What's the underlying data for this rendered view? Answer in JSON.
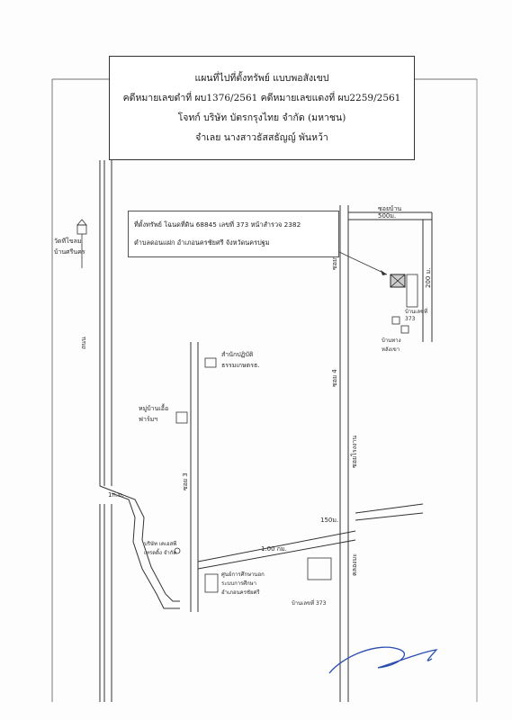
{
  "title": {
    "line1": "แผนที่ไปที่ตั้งทรัพย์ แบบพอสังเขป",
    "line2": "คดีหมายเลขดำที่ ผบ1376/2561 คดีหมายเลขแดงที่ ผบ2259/2561",
    "line3": "โจทก์ บริษัท บัตรกรุงไทย จำกัด (มหาชน)",
    "line4": "จำเลย นางสาวธัสสธัญญ์ พันหว้า"
  },
  "property_info": {
    "line1": "ที่ตั้งทรัพย์ โฉนดที่ดิน 68845 เลขที่ 373 หน้าสำรวจ 2382",
    "line2": "ตำบลดอนแฝก อำเภอนครชัยศรี จังหวัดนครปฐม"
  },
  "labels": {
    "temple_sign": "วัดทีโขลม",
    "temple_sign_2": "บ้านศรีนคร",
    "main_road": "ถนน",
    "left_building": "หมู่บ้านเอื้อ",
    "left_building_2": "ฟาร์มฯ",
    "school_1": "สำนักปฏิบัติ",
    "school_2": "ธรรมเกษตรธ.",
    "company": "บริษัท เคเอสพี",
    "company_2": "เทรดดิ้ง จำกัด",
    "distance_left": "1ก.ม.",
    "road_vertical_1": "ซอย 3",
    "road_vertical_2": "ซอย 4",
    "distance_bottom": "1.00 กม.",
    "bottom_building_1": "ศูนย์การศึกษานอก",
    "bottom_building_2": "ระบบการศึกษา",
    "bottom_building_3": "อำเภอนครชัยศรี",
    "bottom_right_building": "บ้านเลขที่ 373",
    "right_road": "ซอยโรงงาน",
    "right_road_2": "คลองมะ",
    "top_right_road": "500ม.",
    "property_marker": "บ้านเลขที่",
    "property_marker_2": "373",
    "mid_right": "150ม.",
    "bottom_right_road": "ซอยบ้าน",
    "right_edge_label": "200 ม.",
    "top_right_label": "ซอยบ้าน",
    "house_label": "บ้านทาง",
    "house_label_2": "หลังเขา"
  },
  "signature": "signature",
  "colors": {
    "ink": "#222222",
    "signature": "#2a4db0"
  }
}
